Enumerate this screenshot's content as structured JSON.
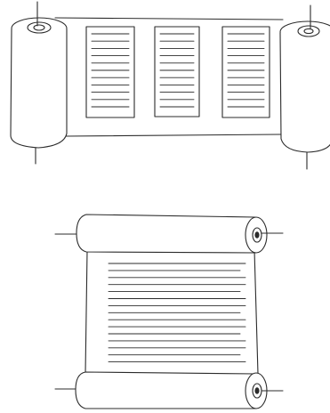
{
  "figure": {
    "panels": [
      {
        "name": "horizontal-scroll",
        "columns": 3,
        "text_lines_per_column": 11
      },
      {
        "name": "vertical-scroll",
        "text_lines": 15
      }
    ],
    "colors": {
      "ink": "#2b2b2b",
      "paper": "#ffffff"
    }
  }
}
